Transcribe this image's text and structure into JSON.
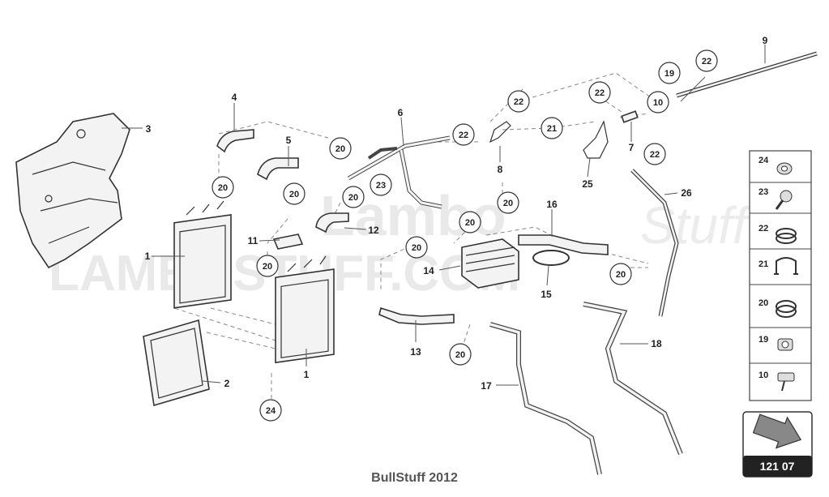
{
  "watermark": {
    "line1": "Lambo",
    "line2": "LAMBOSTUFF.COM",
    "script": "Stuff"
  },
  "footer": {
    "text": "BullStuff 2012"
  },
  "reference": {
    "number": "121 07"
  },
  "callouts": [
    "20",
    "20",
    "20",
    "20",
    "20",
    "20",
    "20",
    "20",
    "20",
    "20",
    "22",
    "22",
    "22",
    "22",
    "22",
    "19",
    "10",
    "21",
    "23",
    "24"
  ],
  "part_labels": [
    "1",
    "1",
    "2",
    "3",
    "4",
    "5",
    "6",
    "7",
    "8",
    "9",
    "11",
    "12",
    "13",
    "14",
    "15",
    "16",
    "17",
    "18",
    "25",
    "26"
  ],
  "legend": {
    "items": [
      "24",
      "23",
      "22",
      "21",
      "20",
      "19",
      "10"
    ]
  }
}
